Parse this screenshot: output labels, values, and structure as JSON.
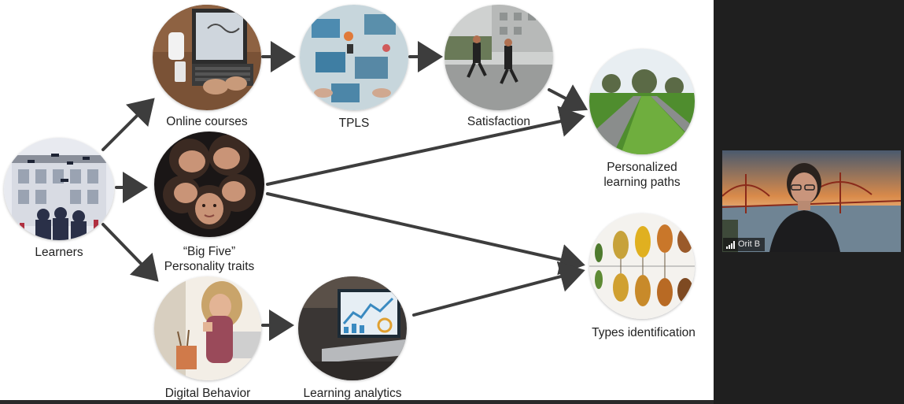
{
  "slide": {
    "nodes": {
      "learners": {
        "label": "Learners"
      },
      "online_courses": {
        "label": "Online courses"
      },
      "tpls": {
        "label": "TPLS"
      },
      "satisfaction": {
        "label": "Satisfaction"
      },
      "big_five": {
        "label_line1": "“Big Five”",
        "label_line2": "Personality traits"
      },
      "digital_behavior": {
        "label": "Digital Behavior"
      },
      "learning_analytics": {
        "label": "Learning analytics"
      },
      "personalized_paths": {
        "label_line1": "Personalized",
        "label_line2": "learning paths"
      },
      "types_identification": {
        "label": "Types identification"
      }
    },
    "arrow_color": "#3d3d3d"
  },
  "participant": {
    "name": "Orit B",
    "icons": {
      "signal": "signal-strength-icon"
    }
  }
}
